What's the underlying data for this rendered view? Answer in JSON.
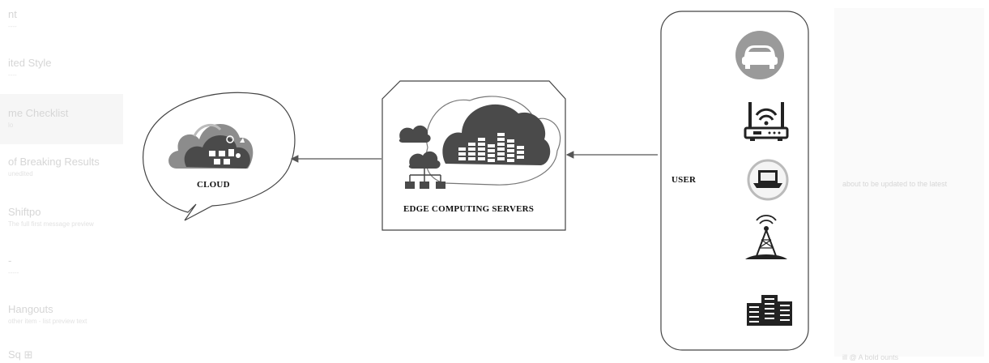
{
  "labels": {
    "cloud": "CLOUD",
    "edge": "EDGE COMPUTING SERVERS",
    "user": "USER"
  },
  "user_devices": [
    "car-icon",
    "router-icon",
    "laptop-icon",
    "antenna-tower-icon",
    "server-rack-icon"
  ],
  "background_faded_text": [
    {
      "title": "nt",
      "sub": "----"
    },
    {
      "title": "ited Style",
      "sub": "----"
    },
    {
      "title": "me Checklist",
      "sub": "lo"
    },
    {
      "title": "of Breaking Results",
      "sub": "unedited"
    },
    {
      "title": "Shiftpo",
      "sub": "The full first message preview"
    },
    {
      "title": "-",
      "sub": "-----"
    },
    {
      "title": "Hangouts",
      "sub": "other item - list preview text"
    },
    {
      "title": "Sq ⊞",
      "sub": ""
    }
  ],
  "background_faded_right": [
    {
      "title": "about to be updated to the latest"
    },
    {
      "title": "ill @ A bold ounts"
    }
  ],
  "colors": {
    "line": "#555555",
    "cloud_dark": "#4a4a4a",
    "cloud_mid": "#8c8c8c",
    "ghost": "#d6d6d6"
  }
}
